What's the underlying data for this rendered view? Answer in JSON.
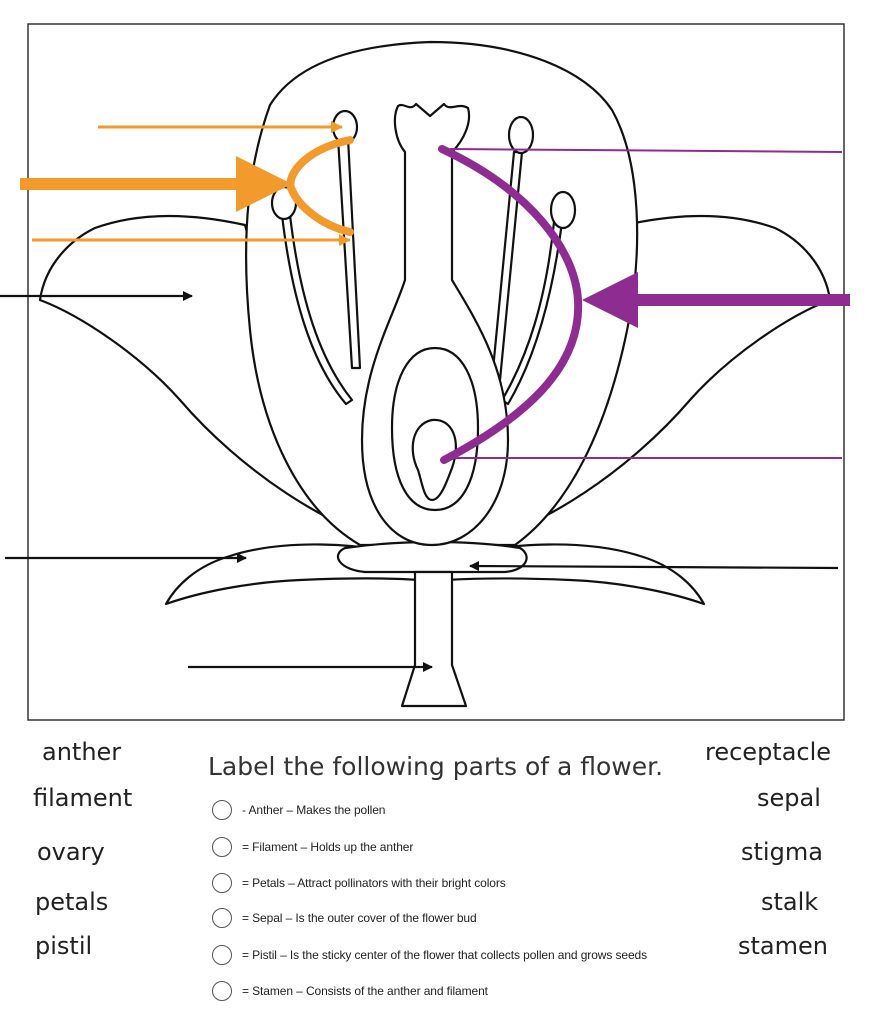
{
  "word_bank_left": [
    "anther",
    "filament",
    "ovary",
    "petals",
    "pistil"
  ],
  "word_bank_right": [
    "receptacle",
    "sepal",
    "stigma",
    "stalk",
    "stamen"
  ],
  "title": "Label the following parts of a flower.",
  "definitions": [
    "- Anther – Makes the pollen",
    "= Filament – Holds up the anther",
    "= Petals – Attract pollinators with their bright colors",
    "= Sepal – Is the outer cover of the flower bud",
    "= Pistil – Is the sticky center of the flower that collects pollen and grows seeds",
    "= Stamen – Consists of the anther and filament"
  ],
  "colors": {
    "stamen_bracket": "#f39a2c",
    "pistil_bracket": "#8e2c92",
    "pointer": "#111111",
    "outline": "#111111"
  }
}
